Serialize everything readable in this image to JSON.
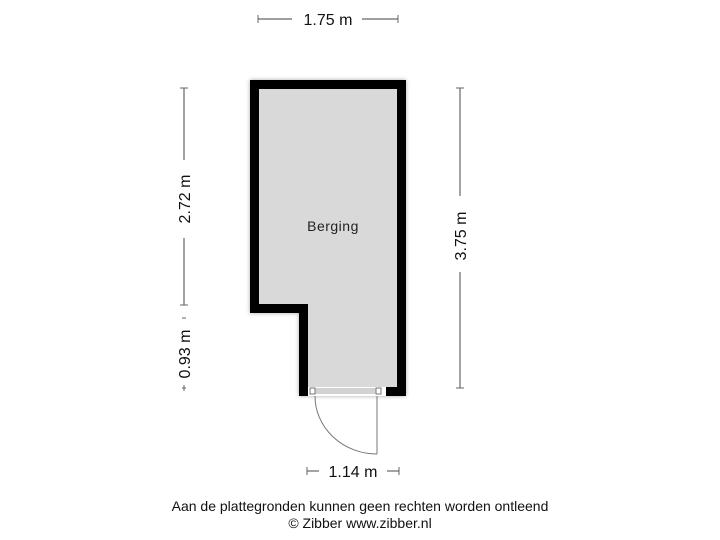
{
  "floorplan": {
    "room_name": "Berging",
    "colors": {
      "wall": "#000000",
      "floor": "#d9d9d9",
      "dim_line": "#666666",
      "door": "#777777"
    },
    "dimensions": {
      "top_width": "1.75 m",
      "bottom_width": "1.14 m",
      "left_upper": "2.72 m",
      "left_lower": "0.93 m",
      "right_total": "3.75 m"
    }
  },
  "footer": {
    "disclaimer": "Aan de plattegronden kunnen geen rechten worden ontleend",
    "copyright": "© Zibber www.zibber.nl"
  }
}
